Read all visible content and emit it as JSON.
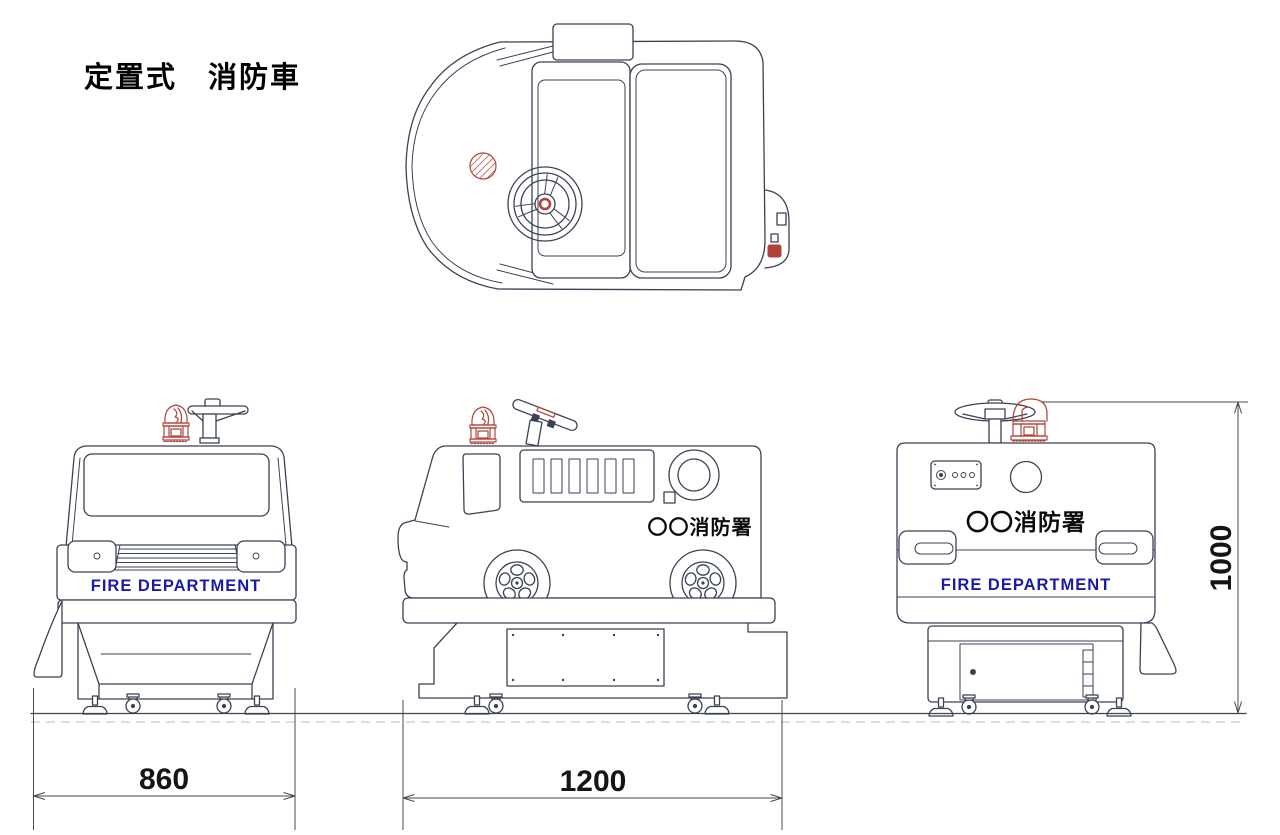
{
  "title": "定置式　消防車",
  "labels": {
    "fire_department": "FIRE DEPARTMENT",
    "fire_station": "〇〇消防署"
  },
  "dimensions": {
    "front_width": "860",
    "side_length": "1200",
    "overall_height": "1000"
  },
  "colors": {
    "line": "#3b4254",
    "accent_red": "#b0443a",
    "lettering_blue": "#1c1ba8",
    "text_black": "#0a0a0a"
  }
}
